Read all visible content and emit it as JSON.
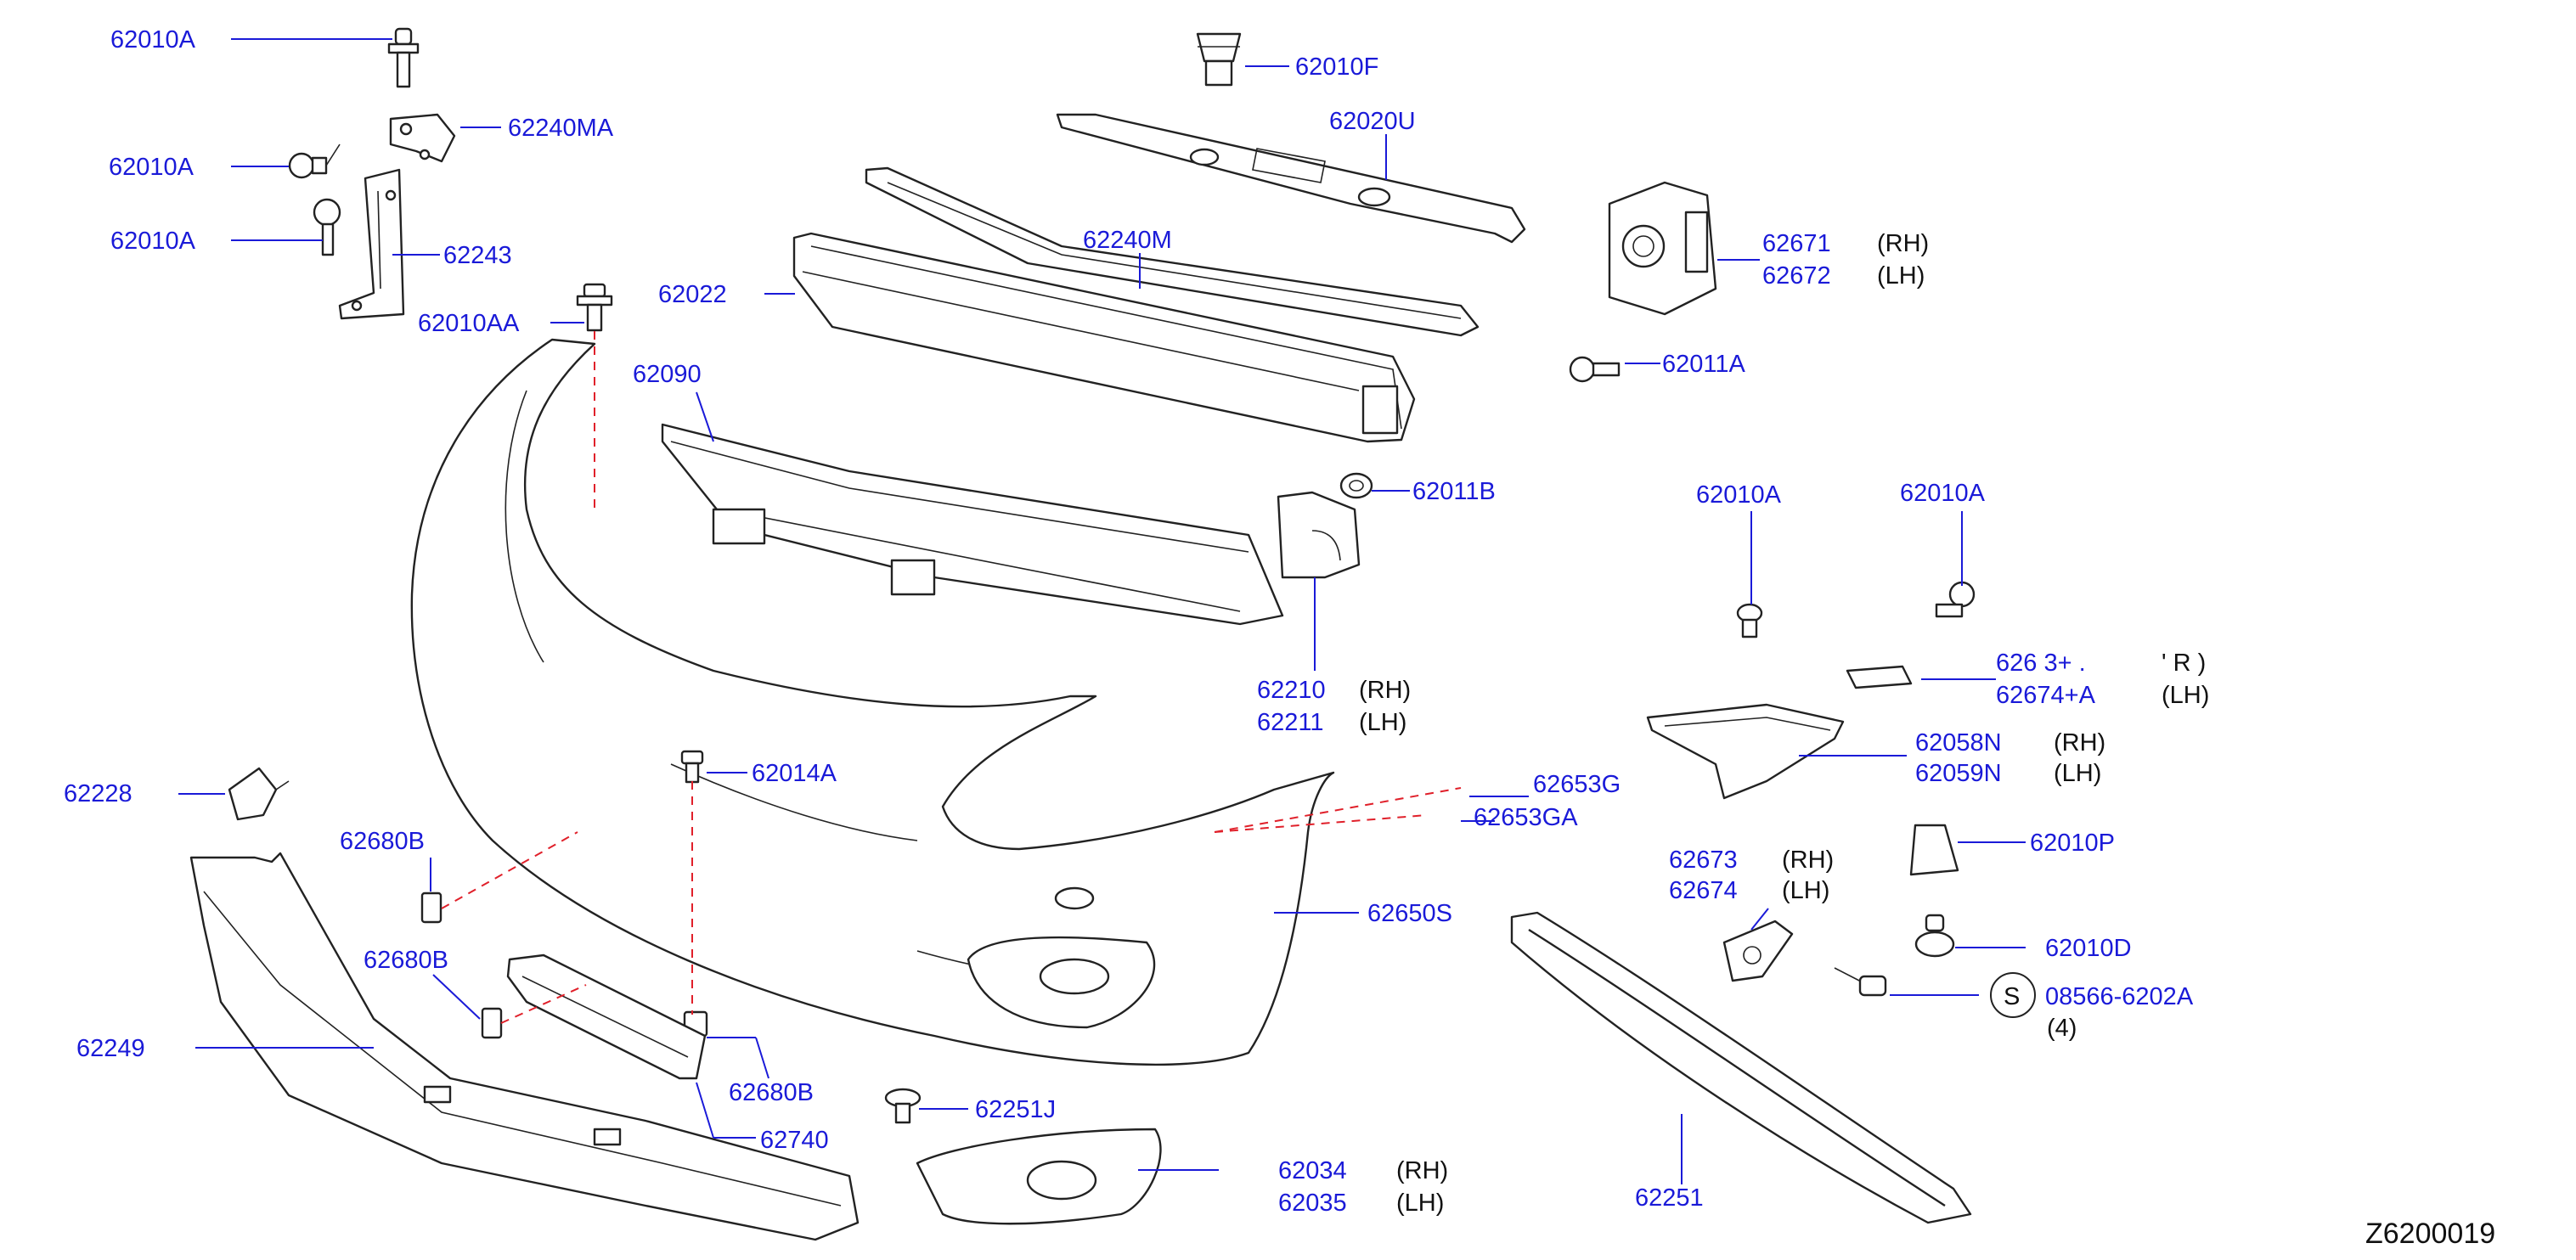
{
  "diagram": {
    "reference_code": "Z6200019",
    "circle_symbol": "S",
    "parts": [
      {
        "id": "p1",
        "number": "62010A"
      },
      {
        "id": "p2",
        "number": "62010A"
      },
      {
        "id": "p3",
        "number": "62240MA"
      },
      {
        "id": "p4",
        "number": "62010A"
      },
      {
        "id": "p5",
        "number": "62243"
      },
      {
        "id": "p6",
        "number": "62010AA"
      },
      {
        "id": "p7",
        "number": "62010F"
      },
      {
        "id": "p8",
        "number": "62020U"
      },
      {
        "id": "p9",
        "number": "62240M"
      },
      {
        "id": "p10",
        "number": "62022"
      },
      {
        "id": "p11",
        "number": "62090"
      },
      {
        "id": "p12",
        "number": "62671",
        "side": "(RH)"
      },
      {
        "id": "p13",
        "number": "62672",
        "side": "(LH)"
      },
      {
        "id": "p14",
        "number": "62011A"
      },
      {
        "id": "p15",
        "number": "62011B"
      },
      {
        "id": "p16",
        "number": "62010A"
      },
      {
        "id": "p17",
        "number": "62010A"
      },
      {
        "id": "p18",
        "number": "626 3+ .",
        "side": "' R )"
      },
      {
        "id": "p19",
        "number": "62674+A",
        "side": "(LH)"
      },
      {
        "id": "p20",
        "number": "62210",
        "side": "(RH)"
      },
      {
        "id": "p21",
        "number": "62211",
        "side": "(LH)"
      },
      {
        "id": "p22",
        "number": "62058N",
        "side": "(RH)"
      },
      {
        "id": "p23",
        "number": "62059N",
        "side": "(LH)"
      },
      {
        "id": "p24",
        "number": "62014A"
      },
      {
        "id": "p25",
        "number": "62228"
      },
      {
        "id": "p26",
        "number": "62653G"
      },
      {
        "id": "p27",
        "number": "62653GA"
      },
      {
        "id": "p28",
        "number": "62680B"
      },
      {
        "id": "p29",
        "number": "62010P"
      },
      {
        "id": "p30",
        "number": "62673",
        "side": "(RH)"
      },
      {
        "id": "p31",
        "number": "62674",
        "side": "(LH)"
      },
      {
        "id": "p32",
        "number": "62650S"
      },
      {
        "id": "p33",
        "number": "62680B"
      },
      {
        "id": "p34",
        "number": "62010D"
      },
      {
        "id": "p35",
        "number": "62249"
      },
      {
        "id": "p36",
        "number": "08566-6202A"
      },
      {
        "id": "p37",
        "number": "(4)"
      },
      {
        "id": "p38",
        "number": "62680B"
      },
      {
        "id": "p39",
        "number": "62740"
      },
      {
        "id": "p40",
        "number": "62251J"
      },
      {
        "id": "p41",
        "number": "62034",
        "side": "(RH)"
      },
      {
        "id": "p42",
        "number": "62035",
        "side": "(LH)"
      },
      {
        "id": "p43",
        "number": "62251"
      }
    ]
  }
}
